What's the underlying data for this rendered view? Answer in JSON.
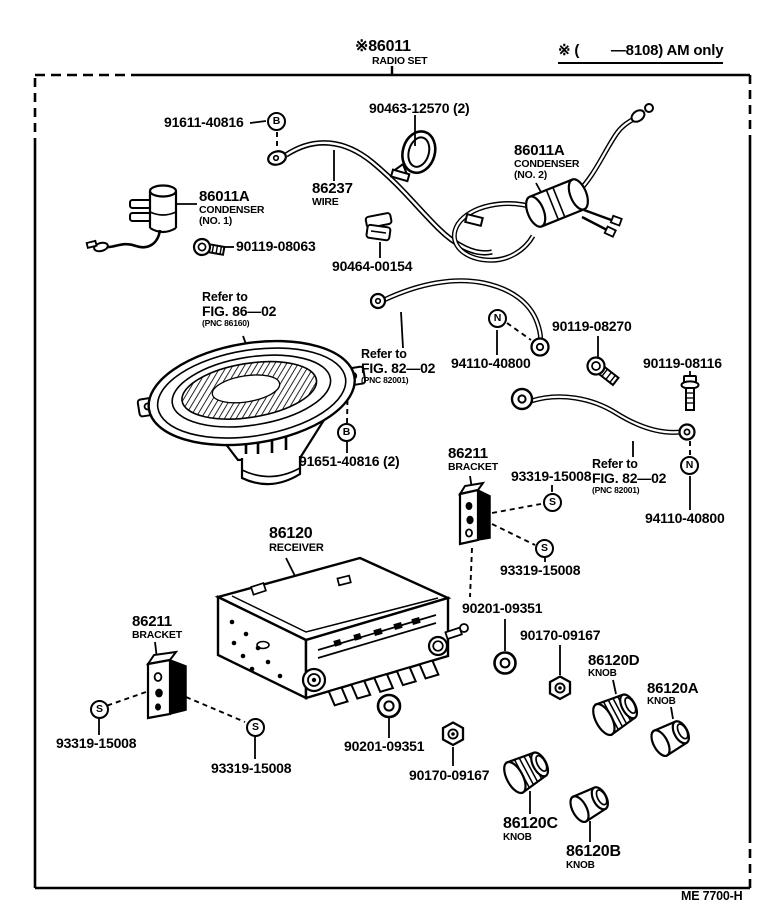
{
  "title": {
    "radio_set_no": "※86011",
    "radio_set_name": "RADIO SET",
    "am_note": "※ (        —8108) AM only"
  },
  "plate_code": "ME 7700-H",
  "labels": {
    "p91611": "91611-40816",
    "p90463": "90463-12570 (2)",
    "cond2_no": "86011A",
    "cond2_name": "CONDENSER",
    "cond2_sub": "(NO. 2)",
    "p86237": "86237",
    "p86237_name": "WIRE",
    "cond1_no": "86011A",
    "cond1_name": "CONDENSER",
    "cond1_sub": "(NO. 1)",
    "p90119_08063": "90119-08063",
    "p90464": "90464-00154",
    "ref86_1": "Refer to",
    "ref86_2": "FIG. 86—02",
    "ref86_3": "(PNC 86160)",
    "ref82a_1": "Refer to",
    "ref82a_2": "FIG. 82—02",
    "ref82a_3": "(PNC 82001)",
    "p94110_a": "94110-40800",
    "p90119_08270": "90119-08270",
    "p90119_08116": "90119-08116",
    "p91651": "91651-40816 (2)",
    "bracket_r_no": "86211",
    "bracket_r_name": "BRACKET",
    "p93319_r1": "93319-15008",
    "ref82b_1": "Refer to",
    "ref82b_2": "FIG. 82—02",
    "ref82b_3": "(PNC 82001)",
    "p94110_b": "94110-40800",
    "p93319_r2": "93319-15008",
    "receiver_no": "86120",
    "receiver_name": "RECEIVER",
    "bracket_l_no": "86211",
    "bracket_l_name": "BRACKET",
    "p90201_r": "90201-09351",
    "p90170_r": "90170-09167",
    "knob_d_no": "86120D",
    "knob_d_name": "KNOB",
    "knob_a_no": "86120A",
    "knob_a_name": "KNOB",
    "p93319_l1": "93319-15008",
    "p93319_l2": "93319-15008",
    "p90201_l": "90201-09351",
    "p90170_l": "90170-09167",
    "knob_c_no": "86120C",
    "knob_c_name": "KNOB",
    "knob_b_no": "86120B",
    "knob_b_name": "KNOB"
  },
  "markers": {
    "b1": "B",
    "b2": "B",
    "n1": "N",
    "n2": "N",
    "s1": "S",
    "s2": "S",
    "s3": "S",
    "s4": "S"
  },
  "colors": {
    "ink": "#000000",
    "paper": "#ffffff"
  }
}
